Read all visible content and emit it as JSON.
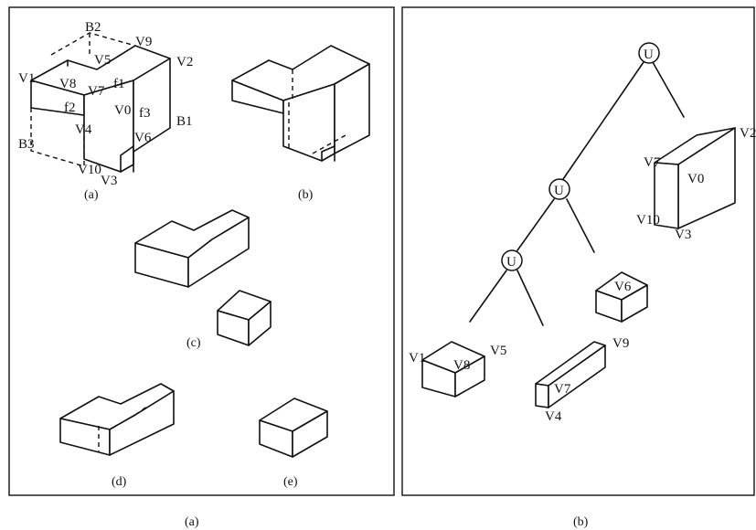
{
  "left_panel": {
    "caption": "(a)",
    "fig_a": {
      "caption": "(a)",
      "labels": {
        "B2": "B2",
        "V9": "V9",
        "V5": "V5",
        "V2": "V2",
        "V1": "V1",
        "V8": "V8",
        "V7": "V7",
        "f1": "f1",
        "f2": "f2",
        "V0": "V0",
        "f3": "f3",
        "B1": "B1",
        "V4": "V4",
        "B3": "B3",
        "V6": "V6",
        "V10": "V10",
        "V3": "V3"
      }
    },
    "fig_b": {
      "caption": "(b)"
    },
    "fig_c": {
      "caption": "(c)"
    },
    "fig_d": {
      "caption": "(d)"
    },
    "fig_e": {
      "caption": "(e)"
    }
  },
  "right_panel": {
    "caption": "(b)",
    "union_symbol": "U",
    "labels": {
      "V2": "V2",
      "V7_top": "V7",
      "V0": "V0",
      "V10": "V10",
      "V3": "V3",
      "V6": "V6",
      "V1": "V1",
      "V8": "V8",
      "V5": "V5",
      "V9": "V9",
      "V7_bottom": "V7",
      "V4": "V4"
    }
  }
}
